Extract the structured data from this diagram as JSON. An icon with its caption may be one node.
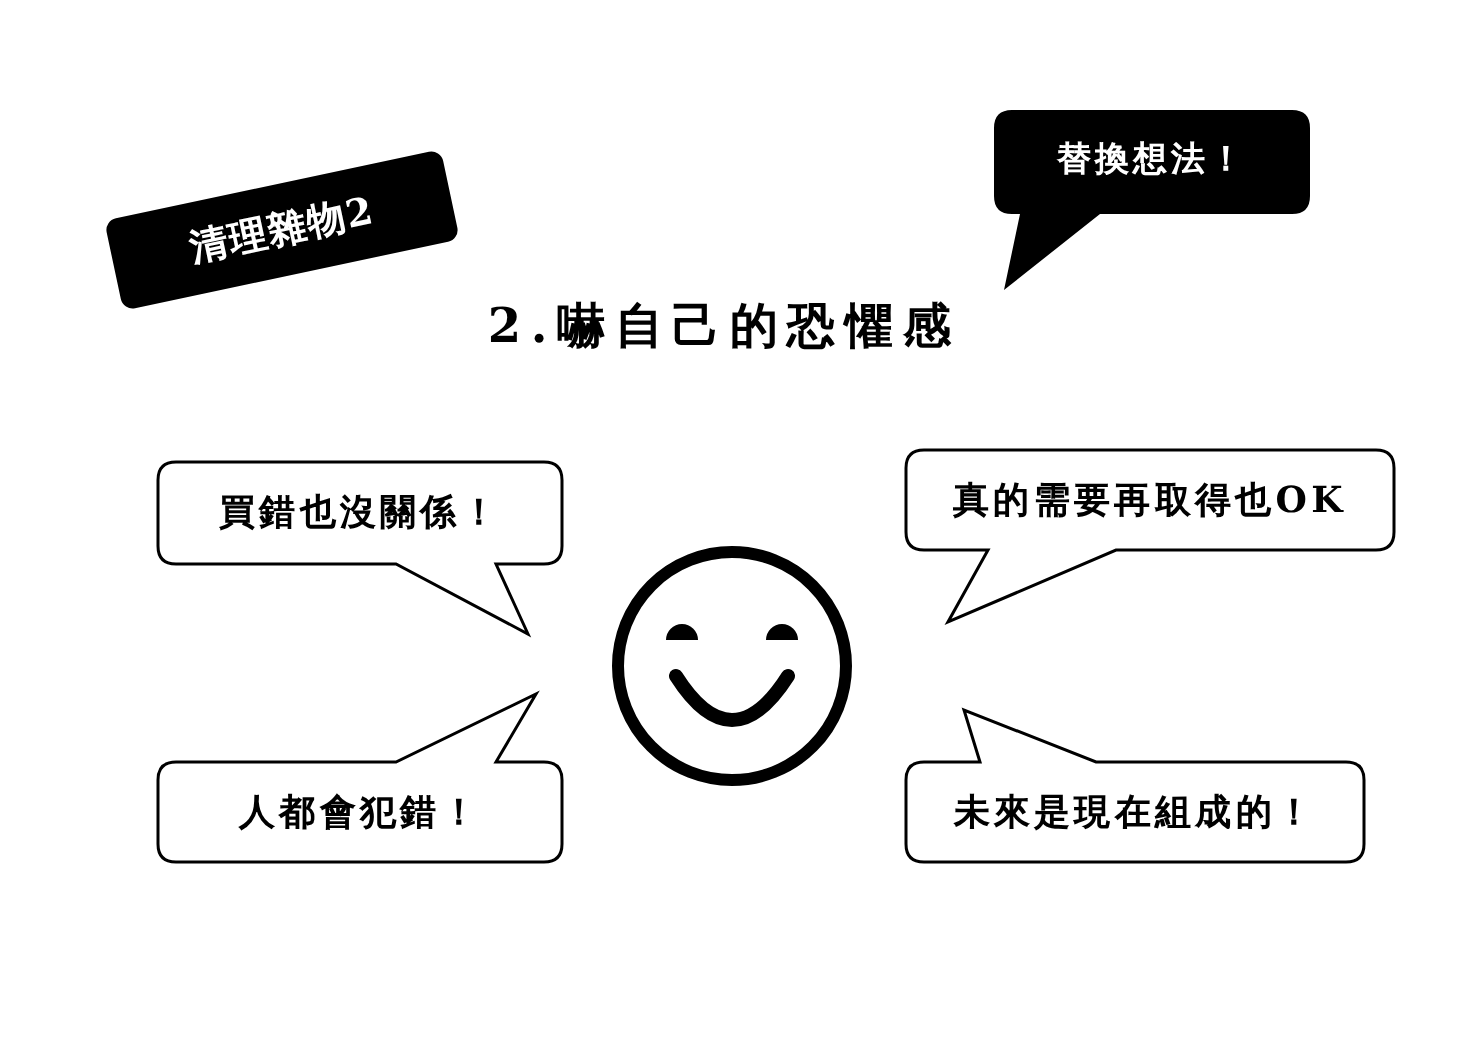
{
  "diagram": {
    "title": "2.嚇自己的恐懼感",
    "nodes": [
      {
        "text": [
          "清理雜物2"
        ]
      },
      {
        "text": [
          "替換想法！"
        ]
      },
      {
        "text": [
          "買錯也沒關係！"
        ]
      },
      {
        "text": [
          "真的需要再取得也OK"
        ]
      },
      {
        "text": [
          "人都會犯錯！"
        ]
      },
      {
        "text": [
          "未來是現在組成的！"
        ]
      }
    ]
  }
}
